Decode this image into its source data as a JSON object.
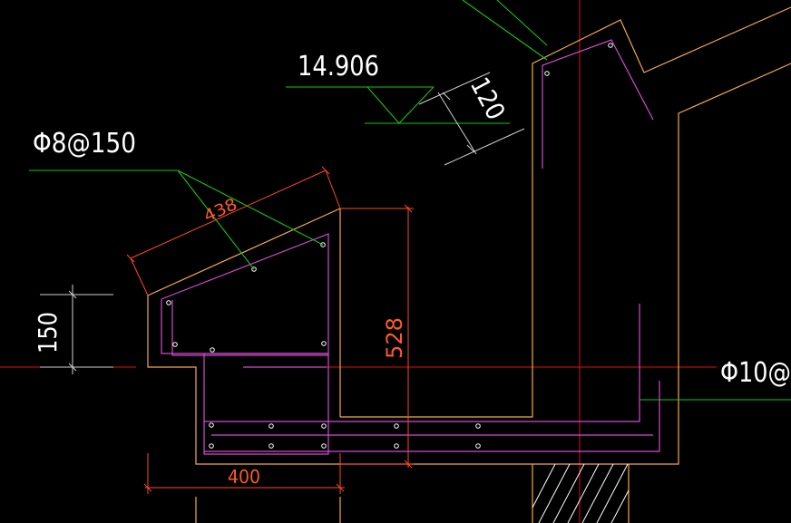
{
  "colors": {
    "background": "#000000",
    "outline": "#f4a94a",
    "rebar": "#d24bd2",
    "leader": "#16c516",
    "dimension": "#ff4a1e",
    "axis": "#e01010",
    "annotation_text": "#ffffff",
    "dimension_text": "#ff5a28",
    "hatch": "#ffffff"
  },
  "annotations": {
    "elevation": "14.906",
    "slab_rebar": "Φ8@150",
    "beam_rebar": "Φ10@"
  },
  "dimensions": {
    "slope_length": "438",
    "slab_thickness": "120",
    "beam_height": "528",
    "eave_height": "150",
    "beam_width": "400"
  }
}
